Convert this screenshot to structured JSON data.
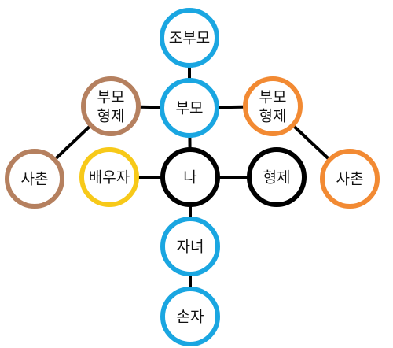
{
  "colors": {
    "blue": "#1aa6e1",
    "brown": "#b5805f",
    "orange": "#f28a33",
    "yellow": "#f7c919",
    "black": "#000000",
    "edge": "#000000"
  },
  "nodes": {
    "grandparents": {
      "lines": [
        "조부모"
      ],
      "color": "blue"
    },
    "parents": {
      "lines": [
        "부모"
      ],
      "color": "blue"
    },
    "paternal_sibling": {
      "lines": [
        "부모",
        "형제"
      ],
      "color": "brown"
    },
    "maternal_sibling": {
      "lines": [
        "부모",
        "형제"
      ],
      "color": "orange"
    },
    "cousin_left": {
      "lines": [
        "사촌"
      ],
      "color": "brown"
    },
    "cousin_right": {
      "lines": [
        "사촌"
      ],
      "color": "orange"
    },
    "spouse": {
      "lines": [
        "배우자"
      ],
      "color": "yellow"
    },
    "self": {
      "lines": [
        "나"
      ],
      "color": "black"
    },
    "sibling": {
      "lines": [
        "형제"
      ],
      "color": "black"
    },
    "children": {
      "lines": [
        "자녀"
      ],
      "color": "blue"
    },
    "grandchildren": {
      "lines": [
        "손자"
      ],
      "color": "blue"
    }
  },
  "edges": [
    [
      "grandparents",
      "parents"
    ],
    [
      "paternal_sibling",
      "parents"
    ],
    [
      "parents",
      "maternal_sibling"
    ],
    [
      "paternal_sibling",
      "cousin_left"
    ],
    [
      "maternal_sibling",
      "cousin_right"
    ],
    [
      "parents",
      "self"
    ],
    [
      "spouse",
      "self"
    ],
    [
      "self",
      "sibling"
    ],
    [
      "self",
      "children"
    ],
    [
      "children",
      "grandchildren"
    ]
  ]
}
